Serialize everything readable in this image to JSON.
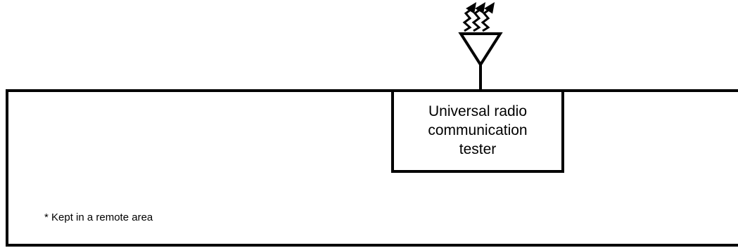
{
  "tester_box": {
    "lines": [
      "Universal radio",
      "communication",
      "tester"
    ]
  },
  "note": "* Kept in a remote area",
  "colors": {
    "stroke": "#000000",
    "background": "#ffffff"
  },
  "icons": {
    "antenna": "antenna-icon",
    "radio_waves": "radio-waves-icon"
  }
}
